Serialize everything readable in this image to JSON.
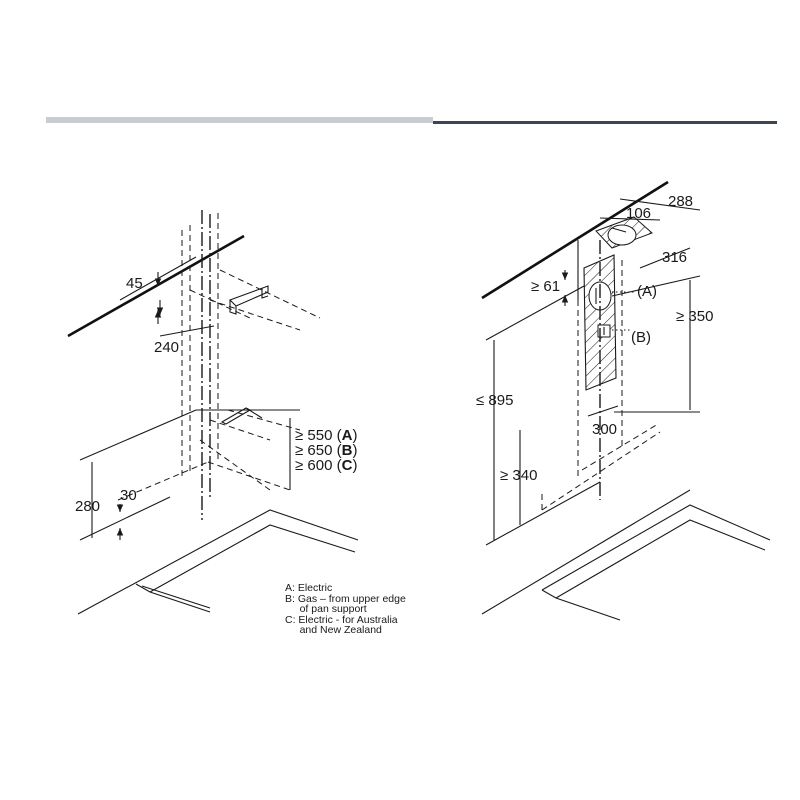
{
  "header_bar": {
    "left_color": "#c9cdd3",
    "right_color": "#3b4653"
  },
  "left_diagram": {
    "dims": {
      "d45": "45",
      "d240": "240",
      "d280": "280",
      "d30": "30",
      "clearance_a_prefix": "≥ 550 (",
      "clearance_a_letter": "A",
      "clearance_b_prefix": "≥ 650 (",
      "clearance_b_letter": "B",
      "clearance_c_prefix": "≥ 600 (",
      "clearance_c_letter": "C",
      "close_paren": ")"
    }
  },
  "right_diagram": {
    "dims": {
      "d288": "288",
      "d106": "106",
      "d316": "316",
      "d61": "≥ 61",
      "d350": "≥ 350",
      "d895": "≤ 895",
      "d300": "300",
      "d340": "≥ 340",
      "label_a": "(A)",
      "label_b": "(B)"
    }
  },
  "legend": {
    "line1": "A:  Electric",
    "line2": "B:  Gas – from upper edge",
    "line3": "     of pan support",
    "line4": "C:  Electric - for Australia",
    "line5": "     and New Zealand"
  }
}
